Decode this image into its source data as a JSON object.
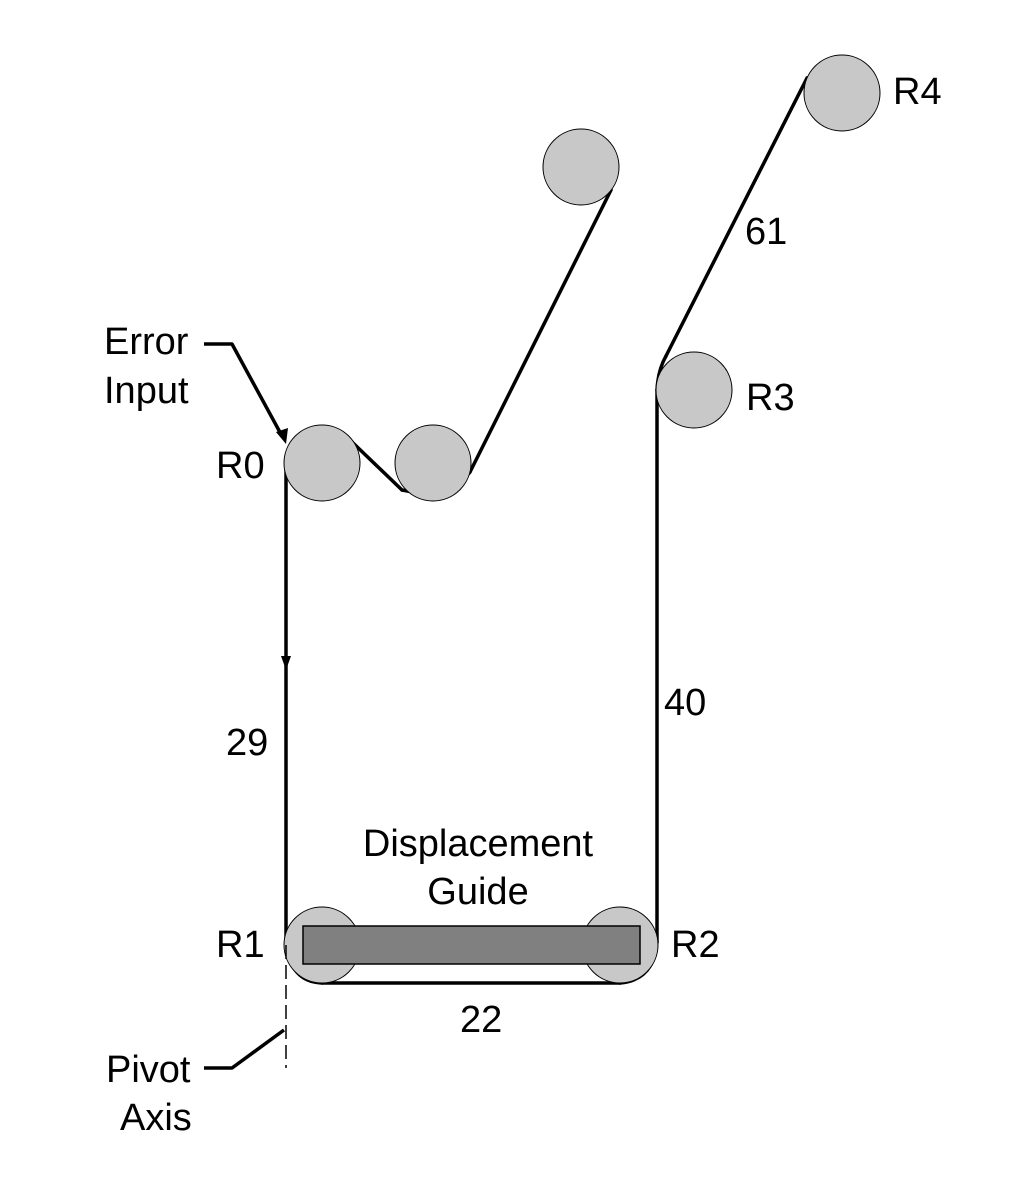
{
  "diagram": {
    "colors": {
      "roller_fill": "#c8c8c8",
      "guide_fill": "#808080",
      "line": "#000000",
      "background": "#ffffff"
    },
    "rollers": [
      {
        "id": "R0",
        "label": "R0"
      },
      {
        "id": "R1",
        "label": "R1"
      },
      {
        "id": "R2",
        "label": "R2"
      },
      {
        "id": "R3",
        "label": "R3"
      },
      {
        "id": "R4",
        "label": "R4"
      },
      {
        "id": "idler-mid",
        "label": ""
      },
      {
        "id": "idler-top",
        "label": ""
      }
    ],
    "spans": [
      {
        "from": "R0",
        "to": "R1",
        "label": "29"
      },
      {
        "from": "R1",
        "to": "R2",
        "label": "22"
      },
      {
        "from": "R2",
        "to": "R3",
        "label": "40"
      },
      {
        "from": "R3",
        "to": "R4",
        "label": "61"
      }
    ],
    "annotations": {
      "error_input": [
        "Error",
        "Input"
      ],
      "displacement_guide": [
        "Displacement",
        "Guide"
      ],
      "pivot_axis": [
        "Pivot",
        "Axis"
      ]
    }
  }
}
